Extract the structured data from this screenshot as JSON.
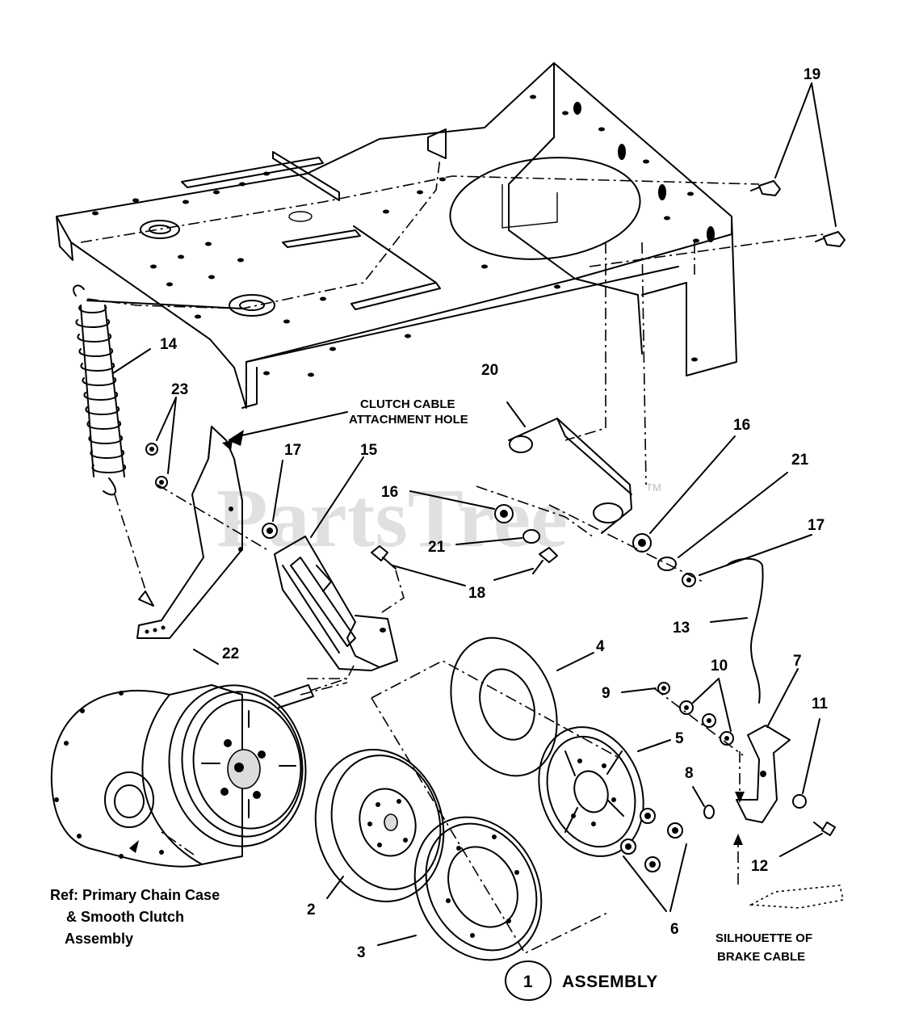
{
  "watermark": {
    "text": "PartsTree",
    "trademark": "TM"
  },
  "callouts": {
    "c19": "19",
    "c14": "14",
    "c23": "23",
    "c20": "20",
    "c16a": "16",
    "c16b": "16",
    "c17a": "17",
    "c15": "15",
    "c21a": "21",
    "c21b": "21",
    "c17b": "17",
    "c18": "18",
    "c22": "22",
    "c13": "13",
    "c4": "4",
    "c10": "10",
    "c9": "9",
    "c7": "7",
    "c11": "11",
    "c5": "5",
    "c8": "8",
    "c12": "12",
    "c2": "2",
    "c6": "6",
    "c3": "3"
  },
  "notes": {
    "clutch_cable_1": "CLUTCH CABLE",
    "clutch_cable_2": "ATTACHMENT HOLE",
    "ref_1": "Ref: Primary Chain Case",
    "ref_2": "& Smooth Clutch",
    "ref_3": "Assembly",
    "silhouette_1": "SILHOUETTE OF",
    "silhouette_2": "BRAKE CABLE"
  },
  "assembly": {
    "number": "1",
    "label": "ASSEMBLY"
  }
}
